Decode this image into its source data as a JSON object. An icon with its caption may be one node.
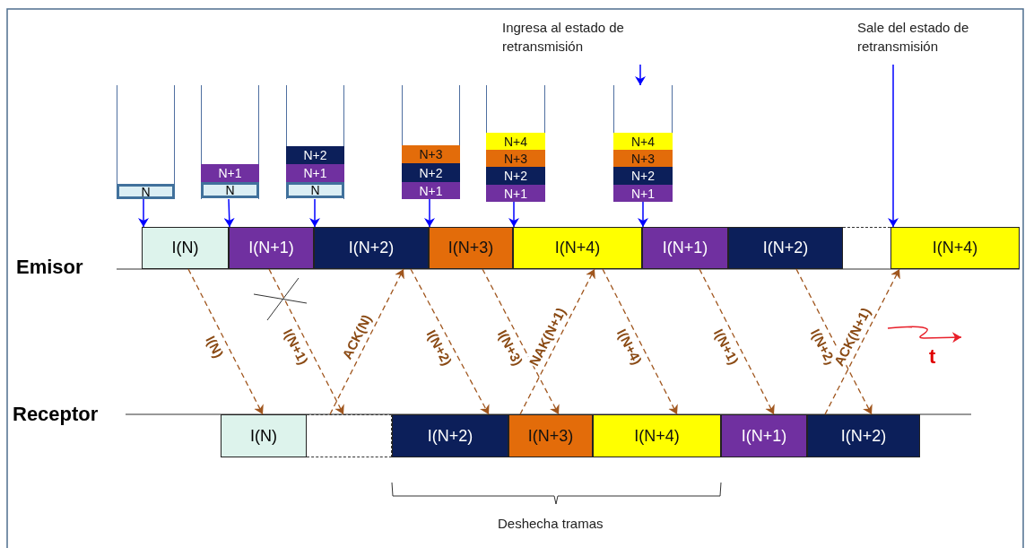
{
  "diagram": {
    "nodes": [
      {
        "text": [
          "Ingresa al estado de retransmisión"
        ]
      },
      {
        "text": [
          "Sale del estado de retransmisión"
        ]
      },
      {
        "text": [],
        "shape": "container"
      },
      {
        "text": [
          "N"
        ],
        "in": 2
      },
      {
        "text": [],
        "shape": "container"
      },
      {
        "text": [
          "N+1"
        ],
        "in": 4
      },
      {
        "text": [
          "N"
        ],
        "in": 4
      },
      {
        "text": [],
        "shape": "container"
      },
      {
        "text": [
          "N+2"
        ],
        "in": 7
      },
      {
        "text": [
          "N+1"
        ],
        "in": 7
      },
      {
        "text": [
          "N"
        ],
        "in": 7
      },
      {
        "text": [],
        "shape": "container"
      },
      {
        "text": [
          "N+3"
        ],
        "in": 11
      },
      {
        "text": [
          "N+2"
        ],
        "in": 11
      },
      {
        "text": [
          "N+1"
        ],
        "in": 11
      },
      {
        "text": [],
        "shape": "container"
      },
      {
        "text": [
          "N+4"
        ],
        "in": 15
      },
      {
        "text": [
          "N+3"
        ],
        "in": 15
      },
      {
        "text": [
          "N+2"
        ],
        "in": 15
      },
      {
        "text": [
          "N+1"
        ],
        "in": 15
      },
      {
        "text": [],
        "shape": "container"
      },
      {
        "text": [
          "N+4"
        ],
        "in": 20
      },
      {
        "text": [
          "N+3"
        ],
        "in": 20
      },
      {
        "text": [
          "N+2"
        ],
        "in": 20
      },
      {
        "text": [
          "N+1"
        ],
        "in": 20
      },
      {
        "text": [
          "I(N)"
        ]
      },
      {
        "text": [
          "I(N+1)"
        ]
      },
      {
        "text": [
          "I(N+2)"
        ]
      },
      {
        "text": [
          "I(N+3)"
        ]
      },
      {
        "text": [
          "I(N+4)"
        ]
      },
      {
        "text": [
          "I(N+1)"
        ]
      },
      {
        "text": [
          "I(N+2)"
        ]
      },
      {
        "text": [
          "I(N+4)"
        ]
      },
      {
        "text": [
          "I(N)"
        ]
      },
      {
        "text": [],
        "shape": "box"
      },
      {
        "text": [
          "I(N+2)"
        ]
      },
      {
        "text": [
          "I(N+3)"
        ]
      },
      {
        "text": [
          "I(N+4)"
        ]
      },
      {
        "text": [
          "I(N+1)"
        ]
      },
      {
        "text": [
          "I(N+2)"
        ]
      },
      {
        "text": [],
        "shape": "box"
      }
    ],
    "edges": [
      {
        "from": 2,
        "to": 25,
        "arrow": "to",
        "color": "#0000ff"
      },
      {
        "from": 4,
        "to": 26,
        "arrow": "to",
        "color": "#0000ff"
      },
      {
        "from": 7,
        "to": 27,
        "arrow": "to",
        "color": "#0000ff"
      },
      {
        "from": 11,
        "to": 28,
        "arrow": "to",
        "color": "#0000ff"
      },
      {
        "from": 15,
        "to": 29,
        "arrow": "to",
        "color": "#0000ff"
      },
      {
        "from": 20,
        "to": 30,
        "arrow": "to",
        "color": "#0000ff"
      },
      {
        "from": 0,
        "to": 20,
        "arrow": "to",
        "color": "#0000ff"
      },
      {
        "from": 1,
        "to": 32,
        "arrow": "to",
        "color": "#0000ff"
      },
      {
        "from": 25,
        "to": 33,
        "arrow": "to",
        "label": "I(N)",
        "style": "dashed"
      },
      {
        "from": 26,
        "to": 34,
        "arrow": "to",
        "label": "I(N+1)",
        "style": "dashed"
      },
      {
        "from": 34,
        "to": 27,
        "arrow": "to",
        "label": "ACK(N)",
        "style": "dashed"
      },
      {
        "from": 27,
        "to": 35,
        "arrow": "to",
        "label": "I(N+2)",
        "style": "dashed"
      },
      {
        "from": 28,
        "to": 36,
        "arrow": "to",
        "label": "I(N+3)",
        "style": "dashed"
      },
      {
        "from": 36,
        "to": 29,
        "arrow": "to",
        "label": "NAK(N+1)",
        "style": "dashed"
      },
      {
        "from": 29,
        "to": 37,
        "arrow": "to",
        "label": "I(N+4)",
        "style": "dashed"
      },
      {
        "from": 30,
        "to": 38,
        "arrow": "to",
        "label": "I(N+1)",
        "style": "dashed"
      },
      {
        "from": 31,
        "to": 39,
        "arrow": "to",
        "label": "I(N+2)",
        "style": "dashed"
      },
      {
        "from": 39,
        "to": 32,
        "arrow": "to",
        "label": "ACK(N+1)",
        "style": "dashed"
      }
    ],
    "labels": [
      "Emisor",
      "Receptor",
      "t",
      "Deshecha tramas"
    ]
  }
}
